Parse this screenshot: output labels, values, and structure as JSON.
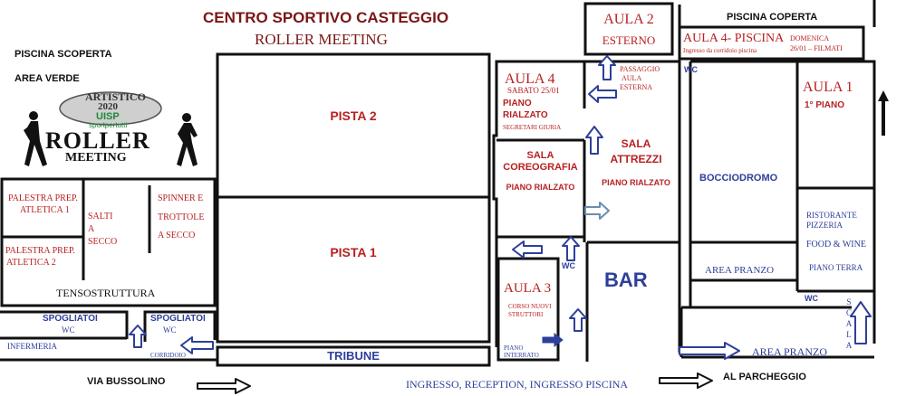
{
  "title": {
    "main": "CENTRO SPORTIVO CASTEGGIO",
    "sub": "ROLLER MEETING"
  },
  "colors": {
    "red": "#b82121",
    "dark_red": "#7a1616",
    "blue": "#2d3f9a",
    "wall": "#111111",
    "logo_green": "#1c8a3a"
  },
  "logo": {
    "top": "ARTISTICO",
    "year": "2020",
    "brand": "UISP",
    "tagline": "sportpertutti",
    "word1": "ROLLER",
    "word2": "MEETING"
  },
  "outdoor": {
    "piscina_scoperta": "PISCINA SCOPERTA",
    "area_verde": "AREA VERDE",
    "piscina_coperta": "PISCINA COPERTA"
  },
  "rooms": {
    "aula2": {
      "l1": "AULA 2",
      "l2": "ESTERNO"
    },
    "aula4piscina": {
      "l1": "AULA 4- PISCINA",
      "l2": "DOMENICA",
      "l3": "26/01 – FILMATI",
      "l4": "Ingresso da corridoio piscina"
    },
    "passaggio": {
      "l1": "PASSAGGIO",
      "l2": "AULA",
      "l3": "ESTERNA"
    },
    "aula4": {
      "l1": "AULA 4",
      "l2": "SABATO 25/01",
      "l3": "PIANO",
      "l4": "RIALZATO",
      "l5": "SEGRETARI GIURIA"
    },
    "sala_coreografia": {
      "l1": "SALA",
      "l2": "COREOGRAFIA",
      "l3": "PIANO RIALZATO"
    },
    "sala_attrezzi": {
      "l1": "SALA",
      "l2": "ATTREZZI",
      "l3": "PIANO RIALZATO"
    },
    "aula1": {
      "l1": "AULA 1",
      "l2": "1° PIANO"
    },
    "bocciodromo": "BOCCIODROMO",
    "ristorante": {
      "l1": "RISTORANTE",
      "l2": "PIZZERIA",
      "l3": "FOOD & WINE",
      "l4": "PIANO TERRA"
    },
    "pista2": "PISTA 2",
    "pista1": "PISTA 1",
    "palestra1": {
      "l1": "PALESTRA PREP.",
      "l2": "ATLETICA  1"
    },
    "palestra2": {
      "l1": "PALESTRA PREP.",
      "l2": "ATLETICA 2"
    },
    "salti": {
      "l1": "SALTI",
      "l2": "A",
      "l3": "SECCO"
    },
    "spinner": {
      "l1": "SPINNER E",
      "l2": "TROTTOLE",
      "l3": "A SECCO"
    },
    "tensostruttura": "TENSOSTRUTTURA",
    "spogliatoi1": {
      "l1": "SPOGLIATOI",
      "l2": "WC"
    },
    "spogliatoi2": {
      "l1": "SPOGLIATOI",
      "l2": "WC"
    },
    "infermeria": "INFERMERIA",
    "corridoio": "CORRIDOIO",
    "tribune": "TRIBUNE",
    "bar": "BAR",
    "area_pranzo1": "AREA PRANZO",
    "area_pranzo2": "AREA PRANZO",
    "aula3": {
      "l1": "AULA 3",
      "l2": "CORSO NUOVI",
      "l3": "STRUTTORI"
    },
    "piano_interrato": {
      "l1": "PIANO",
      "l2": "INTERRATO"
    },
    "scala": "SCALA"
  },
  "wc": {
    "wc1": "WC",
    "wc2": "WC",
    "wc3": "WC"
  },
  "streets": {
    "via": "VIA BUSSOLINO",
    "ingresso": "INGRESSO, RECEPTION, INGRESSO PISCINA",
    "parcheggio": "AL PARCHEGGIO"
  },
  "icons": [
    "arrow-up-icon",
    "arrow-left-icon",
    "arrow-right-icon",
    "skater-figure-icon"
  ]
}
